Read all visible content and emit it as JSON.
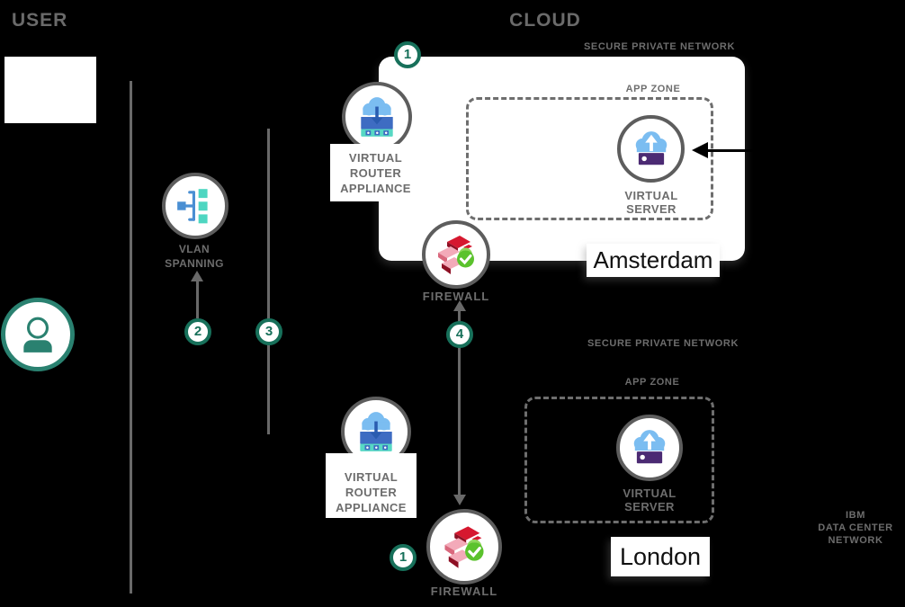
{
  "sections": {
    "user_label": "USER",
    "cloud_label": "CLOUD"
  },
  "badges": {
    "b1_top": "1",
    "b2": "2",
    "b3": "3",
    "b4": "4",
    "b1_bottom": "1"
  },
  "vlan": {
    "label_line1": "VLAN",
    "label_line2": "SPANNING"
  },
  "amsterdam": {
    "secure_network_label": "SECURE PRIVATE NETWORK",
    "app_zone_label": "APP ZONE",
    "router_line1": "VIRTUAL",
    "router_line2": "ROUTER",
    "router_line3": "APPLIANCE",
    "server_line1": "VIRTUAL",
    "server_line2": "SERVER",
    "firewall_label": "FIREWALL",
    "city_label": "Amsterdam"
  },
  "london": {
    "secure_network_label": "SECURE PRIVATE NETWORK",
    "app_zone_label": "APP ZONE",
    "router_line1": "VIRTUAL",
    "router_line2": "ROUTER",
    "router_line3": "APPLIANCE",
    "server_line1": "VIRTUAL",
    "server_line2": "SERVER",
    "firewall_label": "FIREWALL",
    "city_label": "London"
  },
  "ibm_network": {
    "line1": "IBM",
    "line2": "DATA CENTER",
    "line3": "NETWORK"
  },
  "icons": {
    "user": "person-in-circle",
    "vlan_spanning": "network-tree",
    "virtual_router_appliance": "cloud-over-router",
    "virtual_server": "cloud-upload-server",
    "firewall": "bricks-with-lock"
  },
  "colors": {
    "bg": "#000000",
    "panel-white": "#ffffff",
    "line-gray": "#696969",
    "circle-border-gray": "#5d5d5d",
    "label-gray": "#6d6d6d",
    "section-gray": "#6a6a6a",
    "badge-teal": "#17705a",
    "user-teal": "#2a8170",
    "cloud-blue": "#7bbdf1",
    "router-bar-blue": "#3e6cc2",
    "router-arrow-blue": "#2a5cb0",
    "teal-bar": "#57d8c4",
    "vlan-blue": "#4a8fd3",
    "vlan-teal": "#4ed6c1",
    "server-purple": "#4b2a73",
    "firewall-red": "#d6182f",
    "firewall-pink": "#f3aab9",
    "firewall-dark-red": "#8e1024",
    "firewall-side-pink": "#d9687d",
    "lock-green": "#5bc22d",
    "lock-shackle": "#8ed65c",
    "city-text": "#111111",
    "arrow-black": "#000000"
  }
}
